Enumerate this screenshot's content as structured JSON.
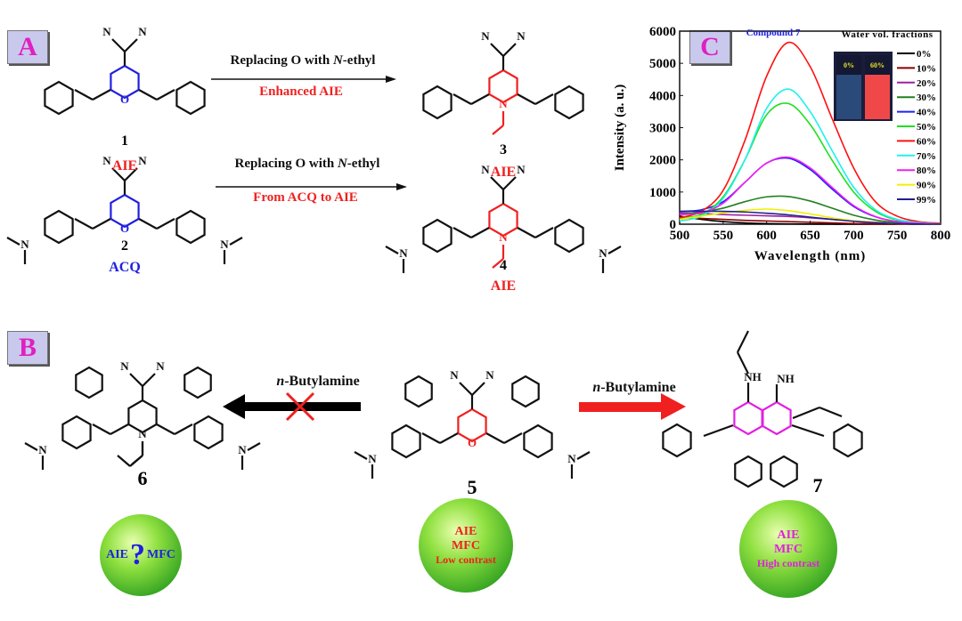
{
  "panels": {
    "a": "A",
    "b": "B",
    "c": "C"
  },
  "atoms": {
    "n": "N",
    "o": "O",
    "nh": "NH",
    "imine": "NH"
  },
  "panel_a": {
    "reaction1": {
      "top": "Replacing O with ",
      "top_italic": "N",
      "top_end": "-ethyl",
      "bottom": "Enhanced AIE"
    },
    "reaction2": {
      "top": "Replacing O with ",
      "top_italic": "N",
      "top_end": "-ethyl",
      "bottom": "From ACQ to AIE"
    },
    "compound1": {
      "number": "1",
      "tag": "AIE"
    },
    "compound2": {
      "number": "2",
      "tag": "ACQ"
    },
    "compound3": {
      "number": "3",
      "tag": "AIE"
    },
    "compound4": {
      "number": "4",
      "tag": "AIE"
    }
  },
  "panel_b": {
    "reagent_left": {
      "italic": "n",
      "text": "-Butylamine"
    },
    "reagent_right": {
      "italic": "n",
      "text": "-Butylamine"
    },
    "compound6": {
      "number": "6",
      "sphere": {
        "left": "AIE",
        "mark": "?",
        "right": "MFC"
      }
    },
    "compound5": {
      "number": "5",
      "sphere": {
        "line1": "AIE",
        "line2": "MFC",
        "line3": "Low contrast"
      }
    },
    "compound7": {
      "number": "7",
      "sphere": {
        "line1": "AIE",
        "line2": "MFC",
        "line3": "High contrast"
      }
    }
  },
  "colors": {
    "accent_red": "#f02020",
    "accent_blue": "#2020e0",
    "accent_magenta": "#e020e0",
    "label_box": "#c9c9ee"
  },
  "chart_data": {
    "type": "line",
    "title": "Compound 7",
    "xlabel": "Wavelength (nm)",
    "ylabel": "Intensity (a. u.)",
    "xlim": [
      500,
      800
    ],
    "ylim": [
      0,
      6000
    ],
    "xticks": [
      500,
      550,
      600,
      650,
      700,
      750,
      800
    ],
    "yticks": [
      0,
      1000,
      2000,
      3000,
      4000,
      5000,
      6000
    ],
    "legend_title": "Water vol. fractions",
    "legend_position": "right",
    "inset_labels": [
      "0%",
      "60%"
    ],
    "x": [
      500,
      525,
      550,
      575,
      600,
      625,
      650,
      675,
      700,
      725,
      750,
      775,
      800
    ],
    "series": [
      {
        "name": "0%",
        "color": "#000000",
        "values": [
          250,
          150,
          80,
          40,
          20,
          10,
          5,
          0,
          0,
          0,
          0,
          0,
          0
        ]
      },
      {
        "name": "10%",
        "color": "#8b0000",
        "values": [
          200,
          180,
          150,
          120,
          100,
          80,
          60,
          40,
          20,
          10,
          5,
          0,
          0
        ]
      },
      {
        "name": "20%",
        "color": "#a020a0",
        "values": [
          350,
          330,
          300,
          280,
          260,
          240,
          200,
          150,
          100,
          60,
          30,
          10,
          0
        ]
      },
      {
        "name": "30%",
        "color": "#208020",
        "values": [
          300,
          380,
          500,
          700,
          850,
          860,
          720,
          500,
          280,
          130,
          50,
          20,
          0
        ]
      },
      {
        "name": "40%",
        "color": "#2020ff",
        "values": [
          400,
          450,
          700,
          1300,
          1900,
          2050,
          1700,
          1100,
          550,
          230,
          80,
          30,
          10
        ]
      },
      {
        "name": "50%",
        "color": "#20e020",
        "values": [
          200,
          300,
          850,
          2000,
          3400,
          3750,
          3100,
          2000,
          1000,
          400,
          130,
          40,
          10
        ]
      },
      {
        "name": "60%",
        "color": "#ff1010",
        "values": [
          200,
          400,
          1050,
          2600,
          4600,
          5650,
          4900,
          3300,
          1750,
          700,
          250,
          80,
          30
        ]
      },
      {
        "name": "70%",
        "color": "#20f0f0",
        "values": [
          100,
          250,
          800,
          2000,
          3600,
          4200,
          3500,
          2300,
          1150,
          450,
          150,
          50,
          10
        ]
      },
      {
        "name": "80%",
        "color": "#f020f0",
        "values": [
          300,
          350,
          650,
          1300,
          1900,
          2080,
          1750,
          1150,
          580,
          240,
          80,
          30,
          10
        ]
      },
      {
        "name": "90%",
        "color": "#f0f000",
        "values": [
          150,
          250,
          350,
          430,
          470,
          420,
          320,
          200,
          110,
          50,
          20,
          5,
          0
        ]
      },
      {
        "name": "99%",
        "color": "#202090",
        "values": [
          400,
          400,
          400,
          380,
          340,
          290,
          220,
          150,
          90,
          40,
          20,
          5,
          0
        ]
      }
    ]
  }
}
